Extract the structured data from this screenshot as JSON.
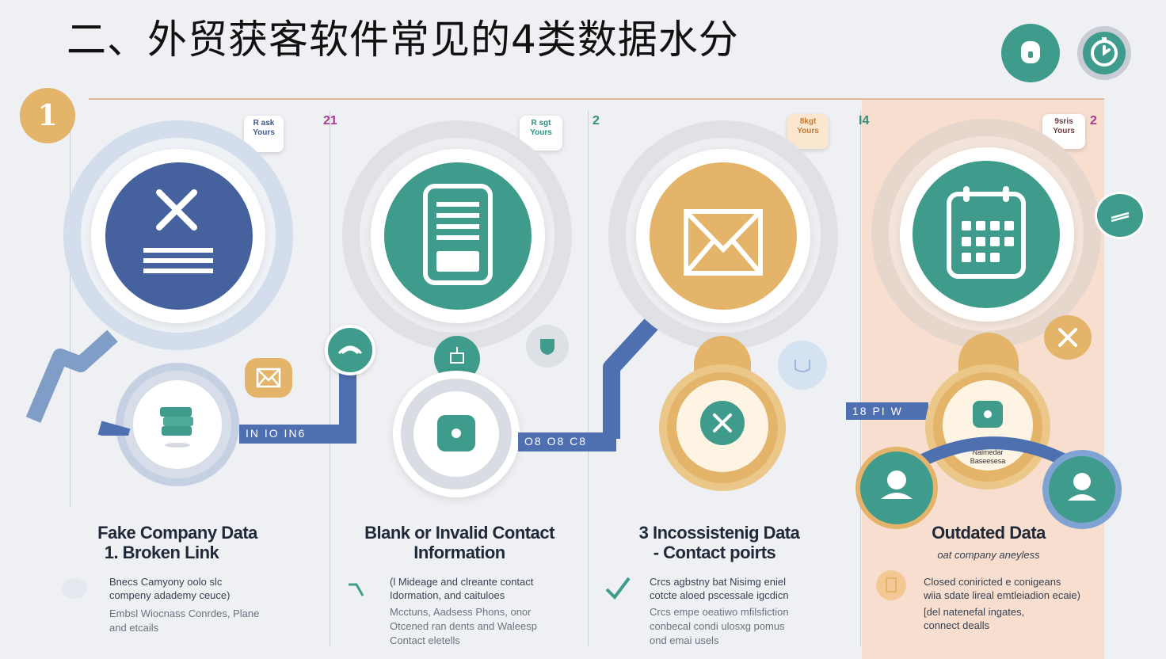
{
  "title": "二、外贸获客软件常见的4类数据水分",
  "header_icons": [
    "lock-icon",
    "clock-icon"
  ],
  "colors": {
    "navy": "#46629e",
    "teal": "#3f9c8c",
    "gold": "#e3b469",
    "peach": "#f7dccb",
    "connector": "#4e6fb0"
  },
  "badge_1": "1",
  "columns": [
    {
      "number": "21",
      "tag": "R ask\nYours",
      "connector_text": "IN IO IN6",
      "title_line1": "Fake Company Data",
      "title_line2": "1. Broken Link",
      "desc": "Bnecs Camyony oolo slc\ncompeny adademy ceuce)",
      "muted": "Embsl Wiocnass Conrdes, Plane\nand etcails"
    },
    {
      "number": "2",
      "tag": "R sgt\nYours",
      "connector_text": "O8 O8 C8",
      "title_line1": "Blank or Invalid Contact",
      "title_line2": "Information",
      "desc": "(l Mideage and clreante contact\nIdormation, and caituloes",
      "muted": "Mcctuns, Aadsess Phons, onor\nOtcened ran dents and Waleesp\nContact eletells"
    },
    {
      "number": "I4",
      "tag": "8kgt\nYours",
      "connector_text": "18 PI W",
      "title_line1": "3 Incossistenig Data",
      "title_line2": "- Contact poirts",
      "desc": "Crcs agbstny bat Nisimg eniel\ncotcte aloed pscessale igcdicn",
      "muted": "Crcs empe oeatiwo mfilsfiction\nconbecal condi ulosxg pomus\nond emai usels"
    },
    {
      "number": "2",
      "tag": "9sris\nYours",
      "center_label": "Nalmedar\nBaseesesa",
      "title_line1": "Outdated Data",
      "subtitle": "oat company aneyless",
      "desc": "Closed coniricted e conigeans\nwiia sdate lireal emtleiadion ecaie)",
      "muted": "[del natenefal ingates,\nconnect dealls"
    }
  ]
}
